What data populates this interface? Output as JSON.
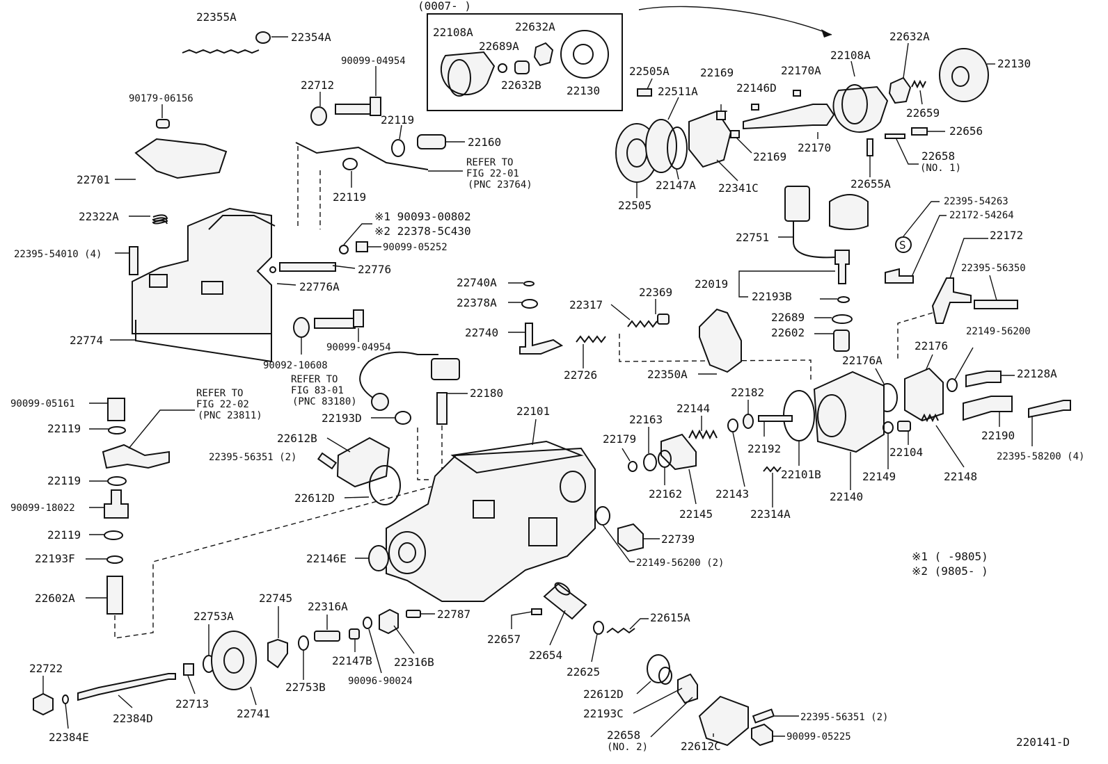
{
  "diagram": {
    "code": "220141-D",
    "inset_label": "(0007-      )",
    "labels": {
      "p22355A": "22355A",
      "p22354A": "22354A",
      "p90099_04954_top": "90099-04954",
      "p22712": "22712",
      "p90179_06156": "90179-06156",
      "p22119_a": "22119",
      "p22160": "22160",
      "p22701": "22701",
      "p22119_b": "22119",
      "refer_22_01_1": "REFER TO",
      "refer_22_01_2": "FIG 22-01",
      "refer_22_01_3": "(PNC 23764)",
      "p22322A": "22322A",
      "note1_top": "※1 90093-00802",
      "note2_top": "※2 22378-5C430",
      "p90099_05252": "90099-05252",
      "p22395_54010": "22395-54010 (4)",
      "p22776": "22776",
      "p22776A": "22776A",
      "p22774": "22774",
      "p90099_04954_mid": "90099-04954",
      "p90092_10608": "90092-10608",
      "refer_83_01_1": "REFER TO",
      "refer_83_01_2": "FIG 83-01",
      "refer_83_01_3": "(PNC 83180)",
      "p22180": "22180",
      "p22193D": "22193D",
      "p90099_05161": "90099-05161",
      "refer_22_02_1": "REFER TO",
      "refer_22_02_2": "FIG 22-02",
      "refer_22_02_3": "(PNC 23811)",
      "p22119_c": "22119",
      "p22612B": "22612B",
      "p22395_56351_a": "22395-56351 (2)",
      "p22612D_a": "22612D",
      "p22119_d": "22119",
      "p90099_18022": "90099-18022",
      "p22119_e": "22119",
      "p22193F": "22193F",
      "p22146E": "22146E",
      "p22602A": "22602A",
      "p22101": "22101",
      "p22108A_inset": "22108A",
      "p22632A_inset": "22632A",
      "p22689A": "22689A",
      "p22632B": "22632B",
      "p22130_inset": "22130",
      "p22505A": "22505A",
      "p22511A": "22511A",
      "p22169_a": "22169",
      "p22170A": "22170A",
      "p22146D": "22146D",
      "p22108A": "22108A",
      "p22632A": "22632A",
      "p22130": "22130",
      "p22659": "22659",
      "p22656": "22656",
      "p22658_1": "22658",
      "p22658_1b": "(NO. 1)",
      "p22170": "22170",
      "p22169_b": "22169",
      "p22147A": "22147A",
      "p22341C": "22341C",
      "p22505": "22505",
      "p22655A": "22655A",
      "p22395_54263": "22395-54263",
      "p22172_54264": "22172-54264",
      "p22172": "22172",
      "p22751": "22751",
      "p22395_56350": "22395-56350",
      "p22019": "22019",
      "p22193B": "22193B",
      "p22740A": "22740A",
      "p22378A": "22378A",
      "p22317": "22317",
      "p22369": "22369",
      "p22689": "22689",
      "p22602": "22602",
      "p22149_56200_a": "22149-56200",
      "p22740": "22740",
      "p22726": "22726",
      "p22350A": "22350A",
      "p22176": "22176",
      "p22176A": "22176A",
      "p22128A": "22128A",
      "p22182": "22182",
      "p22144": "22144",
      "p22163": "22163",
      "p22179": "22179",
      "p22192": "22192",
      "p22190": "22190",
      "p22104": "22104",
      "p22101B": "22101B",
      "p22149": "22149",
      "p22148": "22148",
      "p22395_58200": "22395-58200 (4)",
      "p22162": "22162",
      "p22143": "22143",
      "p22145": "22145",
      "p22140": "22140",
      "p22314A": "22314A",
      "p22739": "22739",
      "p22149_56200_b": "22149-56200 (2)",
      "note1": "※1  (     -9805)",
      "note2": "※2  (9805-     )",
      "p22745": "22745",
      "p22316A": "22316A",
      "p22787": "22787",
      "p22615A": "22615A",
      "p22753A": "22753A",
      "p22657": "22657",
      "p22722": "22722",
      "p22147B": "22147B",
      "p22316B": "22316B",
      "p22654": "22654",
      "p22625": "22625",
      "p22753B": "22753B",
      "p90096_90024": "90096-90024",
      "p22713": "22713",
      "p22741": "22741",
      "p22612D_b": "22612D",
      "p22384D": "22384D",
      "p22193C": "22193C",
      "p22395_56351_b": "22395-56351 (2)",
      "p22384E": "22384E",
      "p22658_2": "22658",
      "p22658_2b": "(NO. 2)",
      "p22612C": "22612C",
      "p90099_05225": "90099-05225"
    }
  }
}
